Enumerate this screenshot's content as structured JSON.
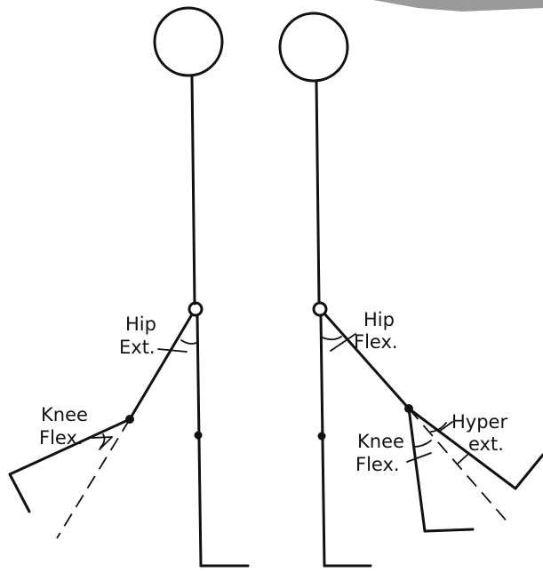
{
  "left_figure": {
    "hip_label_1": "Hip",
    "hip_label_2": "Ext.",
    "knee_label_1": "Knee",
    "knee_label_2": "Flex."
  },
  "right_figure": {
    "hip_label_1": "Hip",
    "hip_label_2": "Flex.",
    "knee_label_1": "Knee",
    "knee_label_2": "Flex.",
    "hyper_label_1": "Hyper",
    "hyper_label_2": "ext."
  }
}
